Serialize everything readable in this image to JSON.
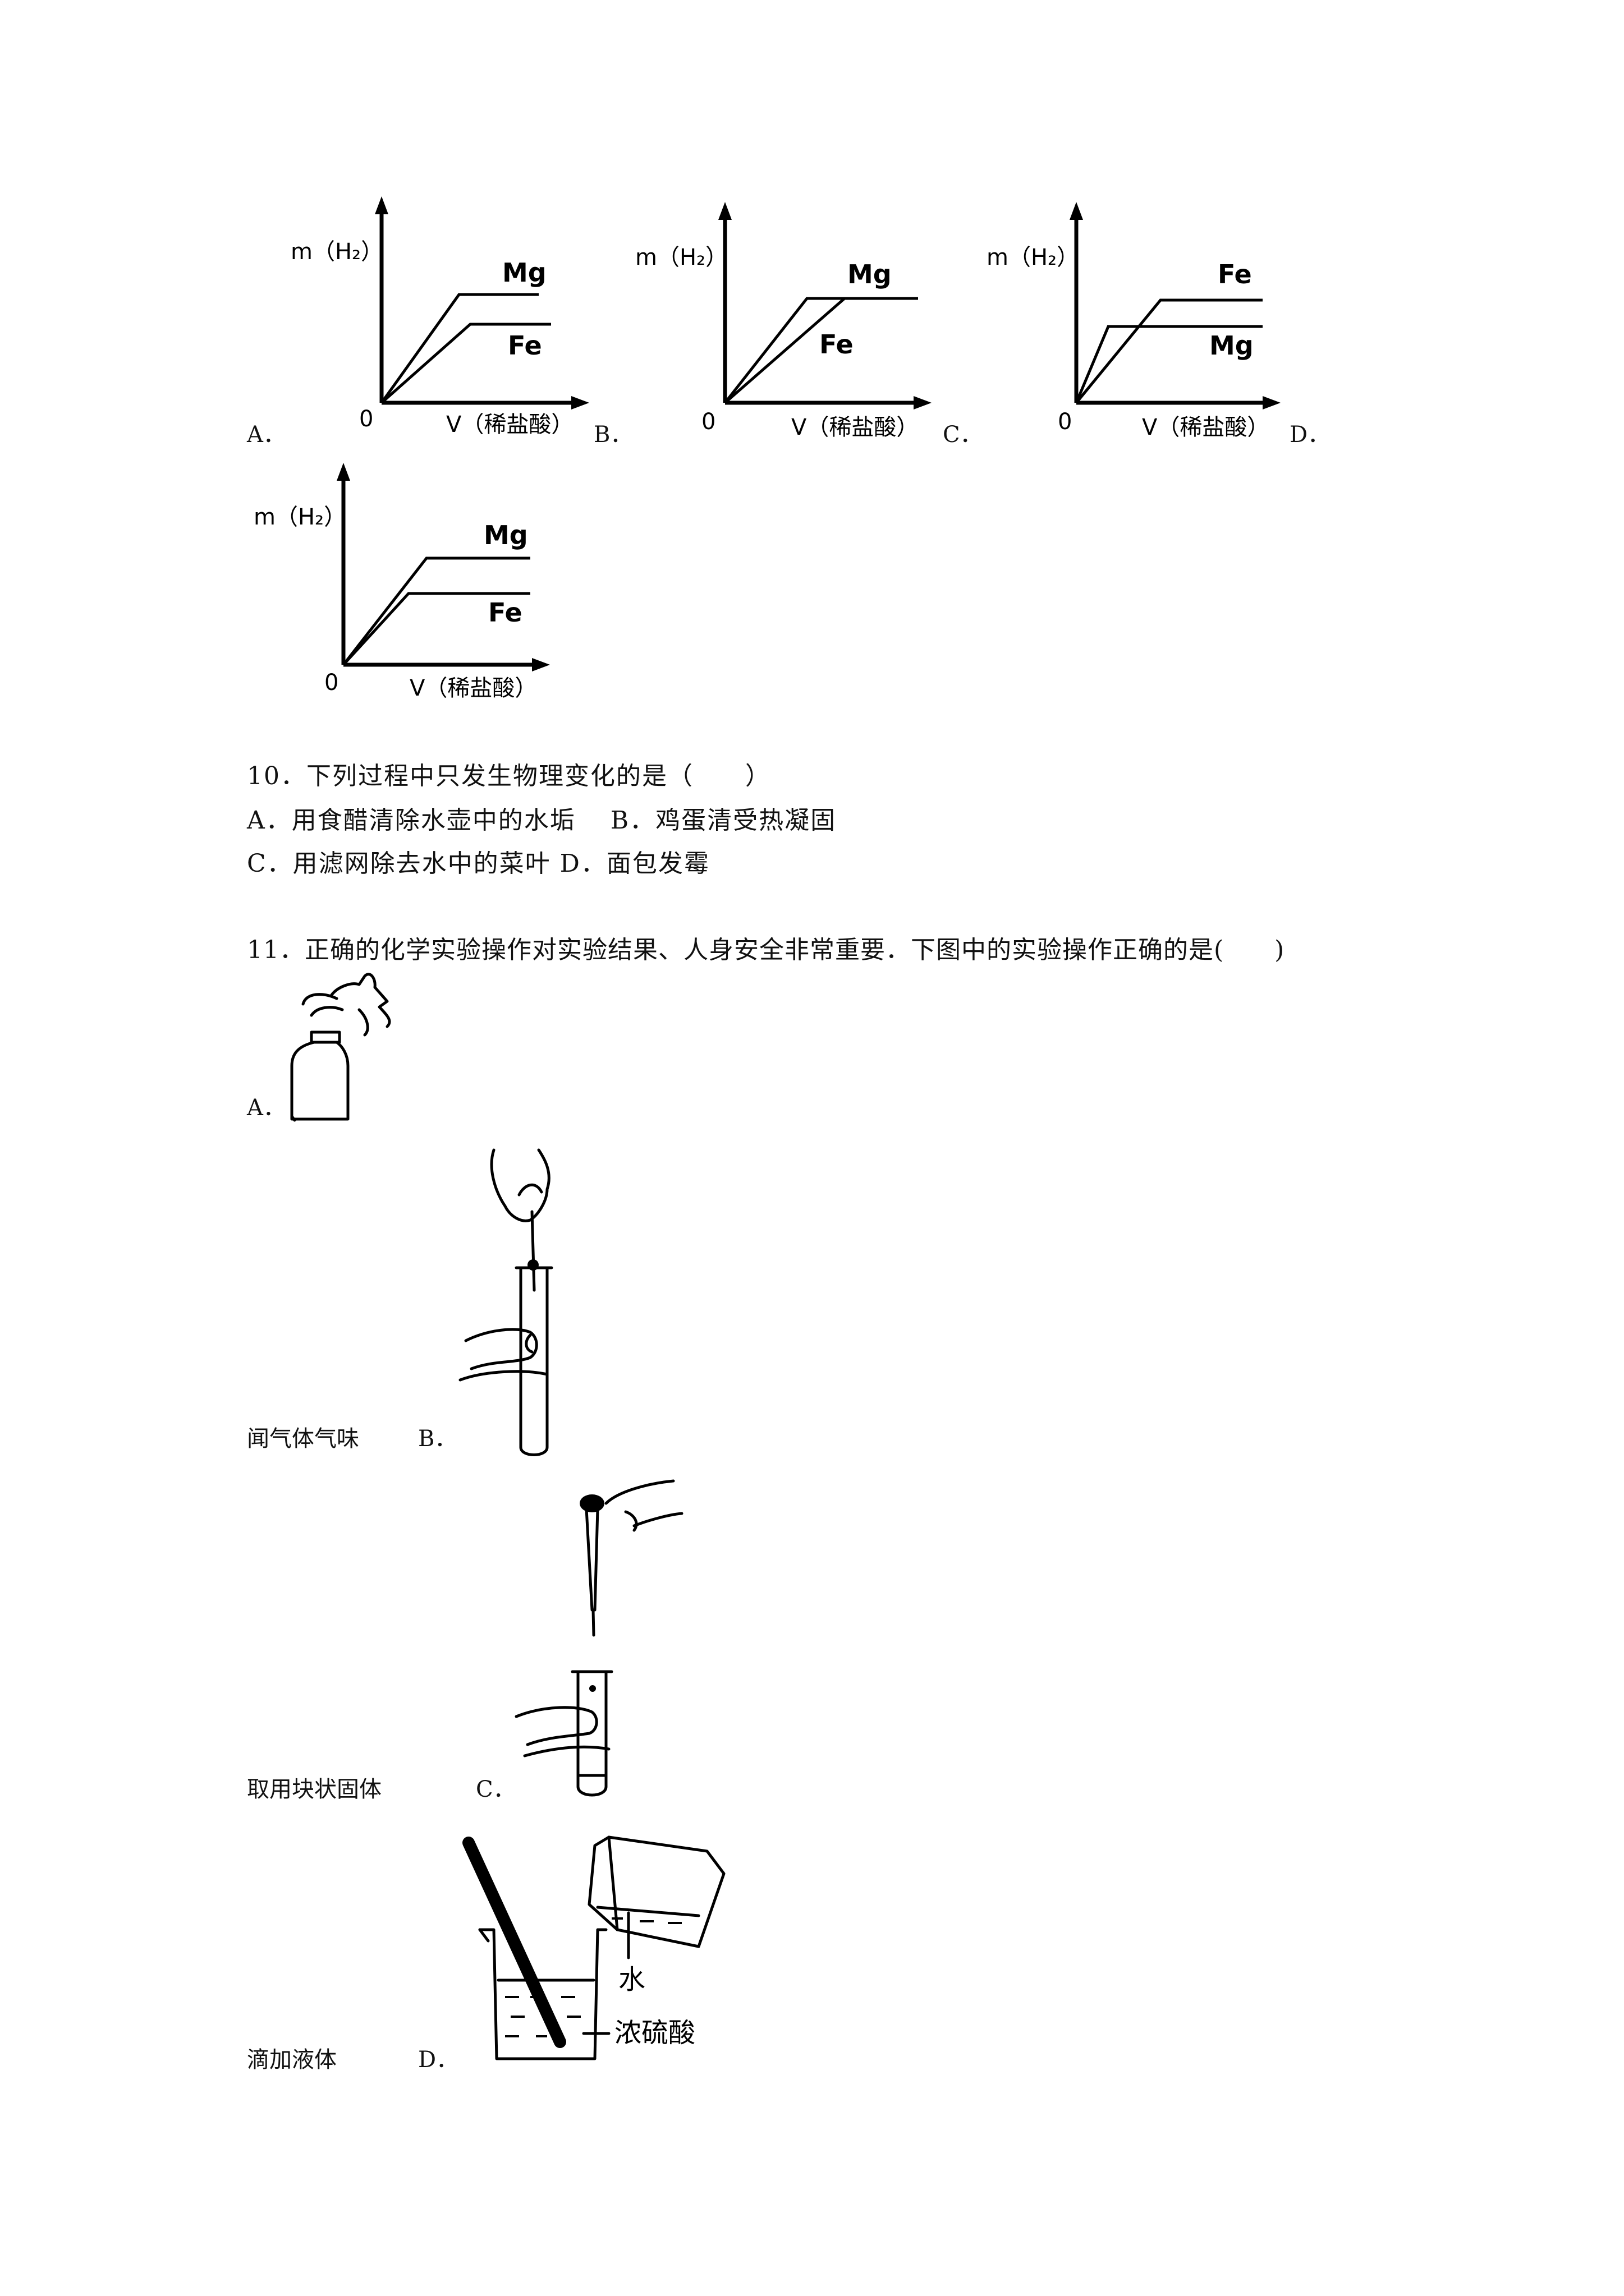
{
  "q9": {
    "graph_common": {
      "ylabel": "m（H₂）",
      "xlabel": "V（稀盐酸）",
      "origin": "0"
    },
    "options": [
      {
        "letter": "A．",
        "top_series": "Mg",
        "bottom_series": "Fe"
      },
      {
        "letter": "B．",
        "top_series": "Mg",
        "bottom_series": "Fe"
      },
      {
        "letter": "C．",
        "top_series": "Fe",
        "bottom_series": "Mg"
      },
      {
        "letter": "D．",
        "top_series": "Mg",
        "bottom_series": "Fe"
      }
    ]
  },
  "q10": {
    "stem": "10．下列过程中只发生物理变化的是（　　）",
    "line1": "A．用食醋清除水壶中的水垢　 B．鸡蛋清受热凝固",
    "line2": "C．用滤网除去水中的菜叶 D．面包发霉"
  },
  "q11": {
    "stem": "11．正确的化学实验操作对实验结果、人身安全非常重要．下图中的实验操作正确的是(　　)",
    "options": [
      {
        "letter": "A．",
        "caption": "闻气体气味"
      },
      {
        "letter": "B．",
        "caption": "取用块状固体"
      },
      {
        "letter": "C．",
        "caption": "滴加液体"
      },
      {
        "letter": "D．",
        "caption": ""
      }
    ],
    "beaker_labels": {
      "water": "水",
      "acid": "浓硫酸"
    }
  }
}
